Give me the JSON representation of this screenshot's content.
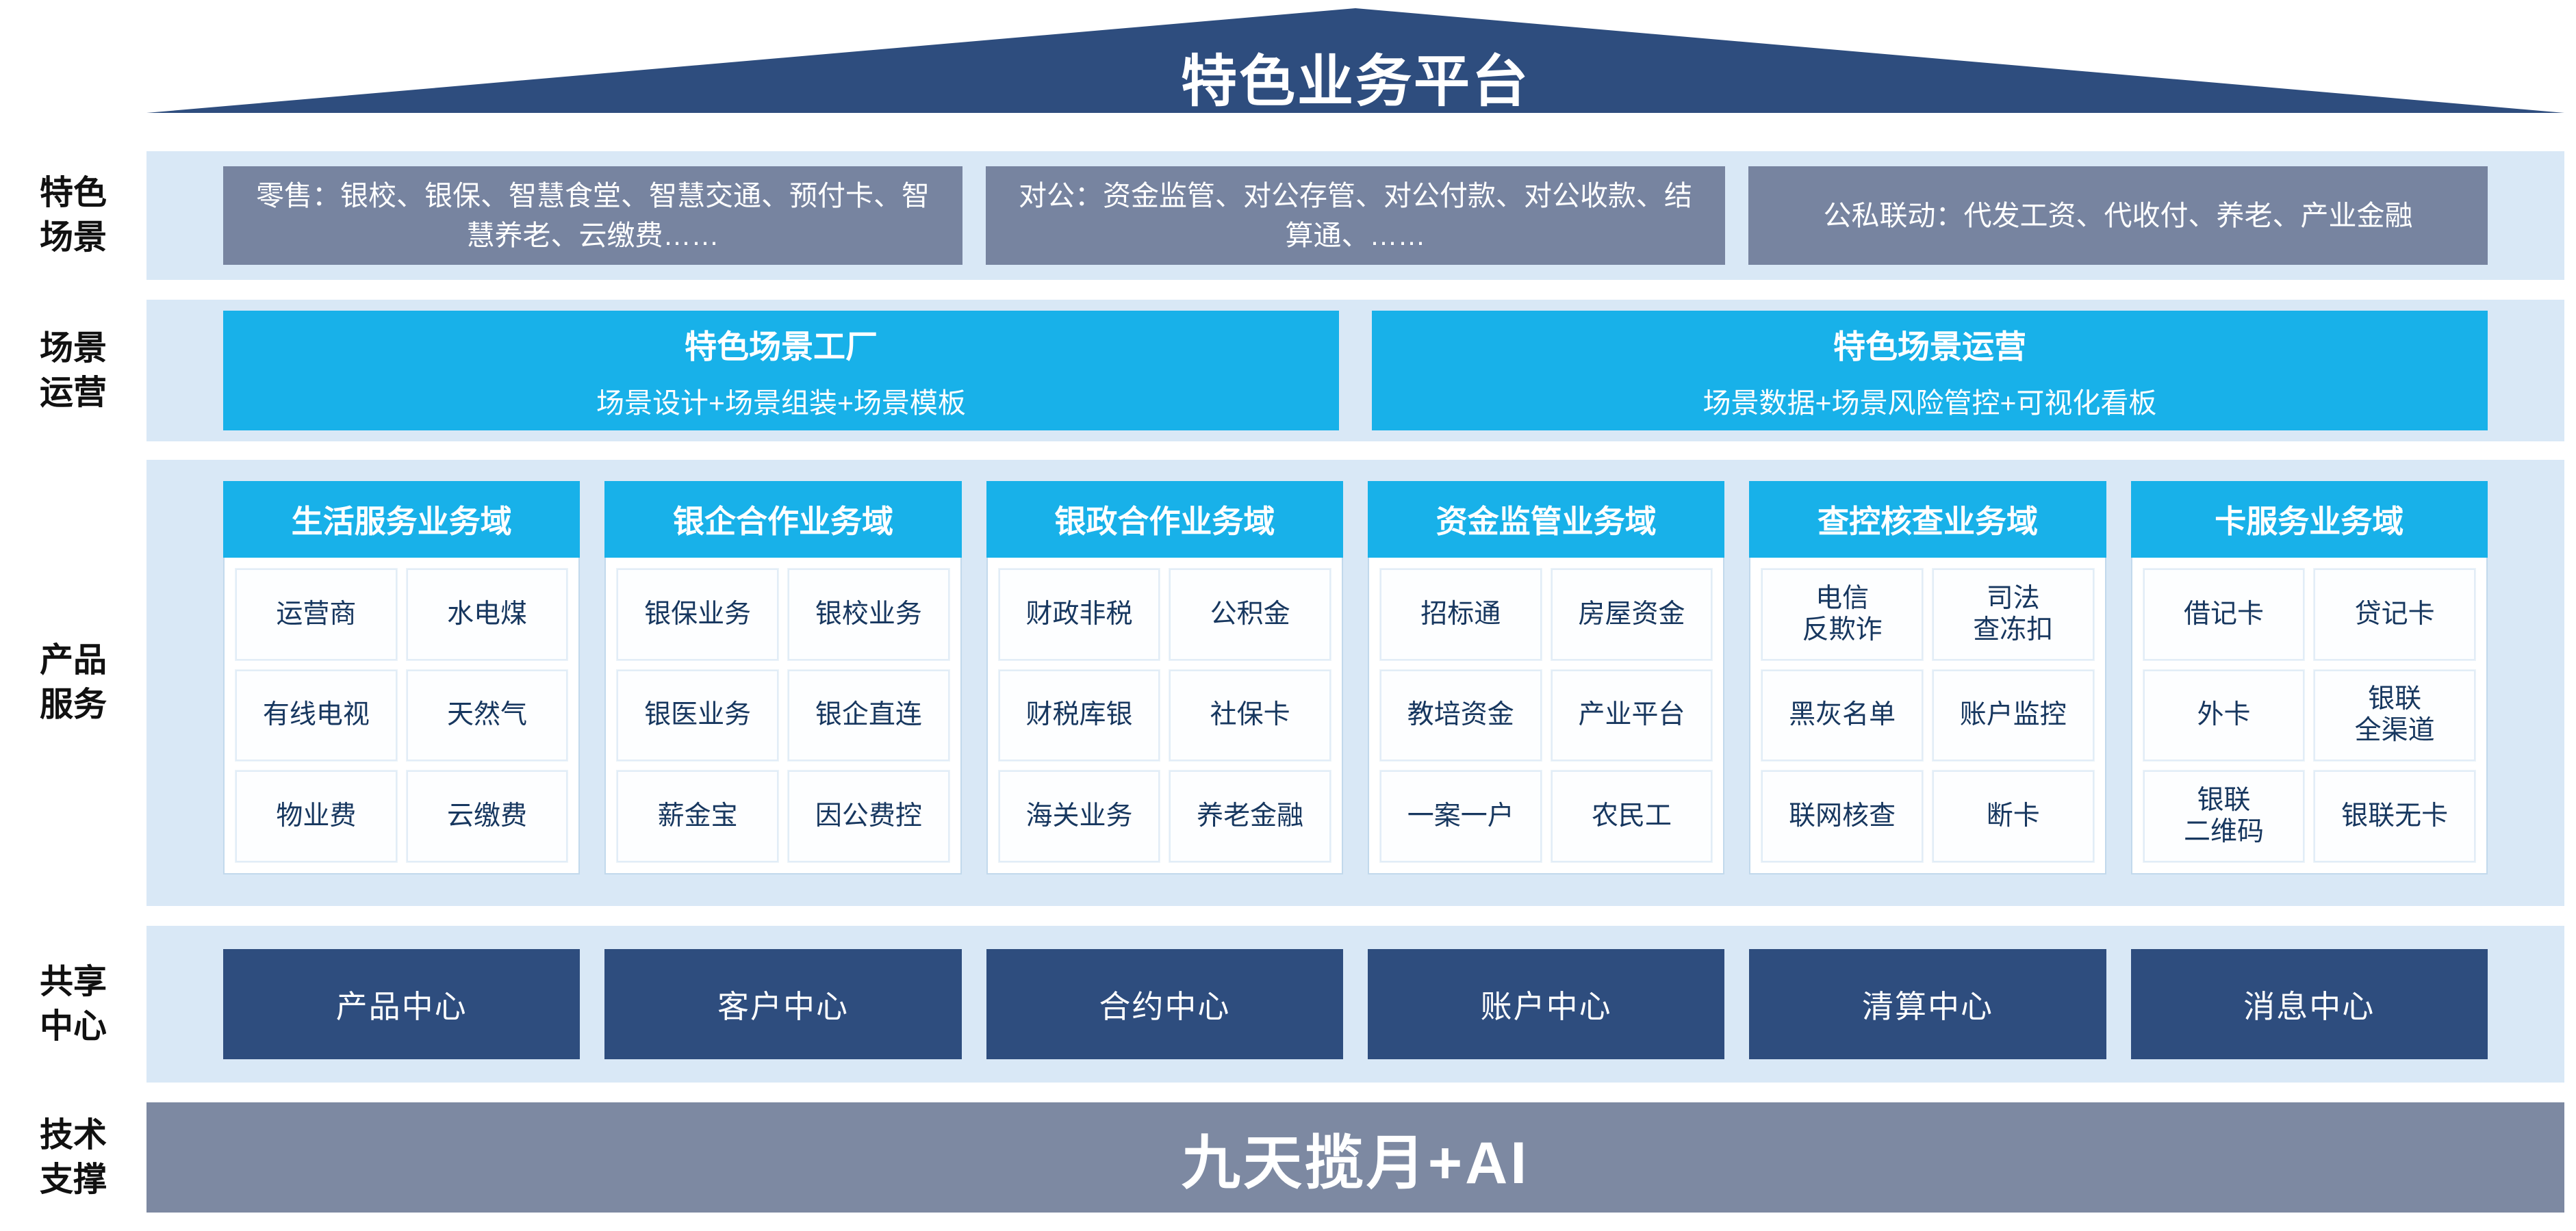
{
  "title": "特色业务平台",
  "colors": {
    "navy": "#2E4D7E",
    "cyan": "#18B1E9",
    "slate": "#7784A0",
    "band": "#D9E8F6",
    "footer": "#7D89A2"
  },
  "side_labels": {
    "scenes": "特色\n场景",
    "operations": "场景\n运营",
    "products": "产品\n服务",
    "centers": "共享\n中心",
    "tech": "技术\n支撑"
  },
  "scenes": {
    "retail": "零售：银校、银保、智慧食堂、智慧交通、预付卡、智慧养老、云缴费……",
    "corporate": "对公：资金监管、对公存管、对公付款、对公收款、结算通、……",
    "linkage": "公私联动：代发工资、代收付、养老、产业金融"
  },
  "operations": {
    "factory": {
      "title": "特色场景工厂",
      "subtitle": "场景设计+场景组装+场景模板"
    },
    "ops": {
      "title": "特色场景运营",
      "subtitle": "场景数据+场景风险管控+可视化看板"
    }
  },
  "products": {
    "columns": [
      {
        "header": "生活服务业务域",
        "cells": [
          "运营商",
          "水电煤",
          "有线电视",
          "天然气",
          "物业费",
          "云缴费"
        ]
      },
      {
        "header": "银企合作业务域",
        "cells": [
          "银保业务",
          "银校业务",
          "银医业务",
          "银企直连",
          "薪金宝",
          "因公费控"
        ]
      },
      {
        "header": "银政合作业务域",
        "cells": [
          "财政非税",
          "公积金",
          "财税库银",
          "社保卡",
          "海关业务",
          "养老金融"
        ]
      },
      {
        "header": "资金监管业务域",
        "cells": [
          "招标通",
          "房屋资金",
          "教培资金",
          "产业平台",
          "一案一户",
          "农民工"
        ]
      },
      {
        "header": "查控核查业务域",
        "cells": [
          "电信\n反欺诈",
          "司法\n查冻扣",
          "黑灰名单",
          "账户监控",
          "联网核查",
          "断卡"
        ]
      },
      {
        "header": "卡服务业务域",
        "cells": [
          "借记卡",
          "贷记卡",
          "外卡",
          "银联\n全渠道",
          "银联\n二维码",
          "银联无卡"
        ]
      }
    ]
  },
  "centers": [
    "产品中心",
    "客户中心",
    "合约中心",
    "账户中心",
    "清算中心",
    "消息中心"
  ],
  "tech": {
    "title": "九天揽月+AI"
  }
}
